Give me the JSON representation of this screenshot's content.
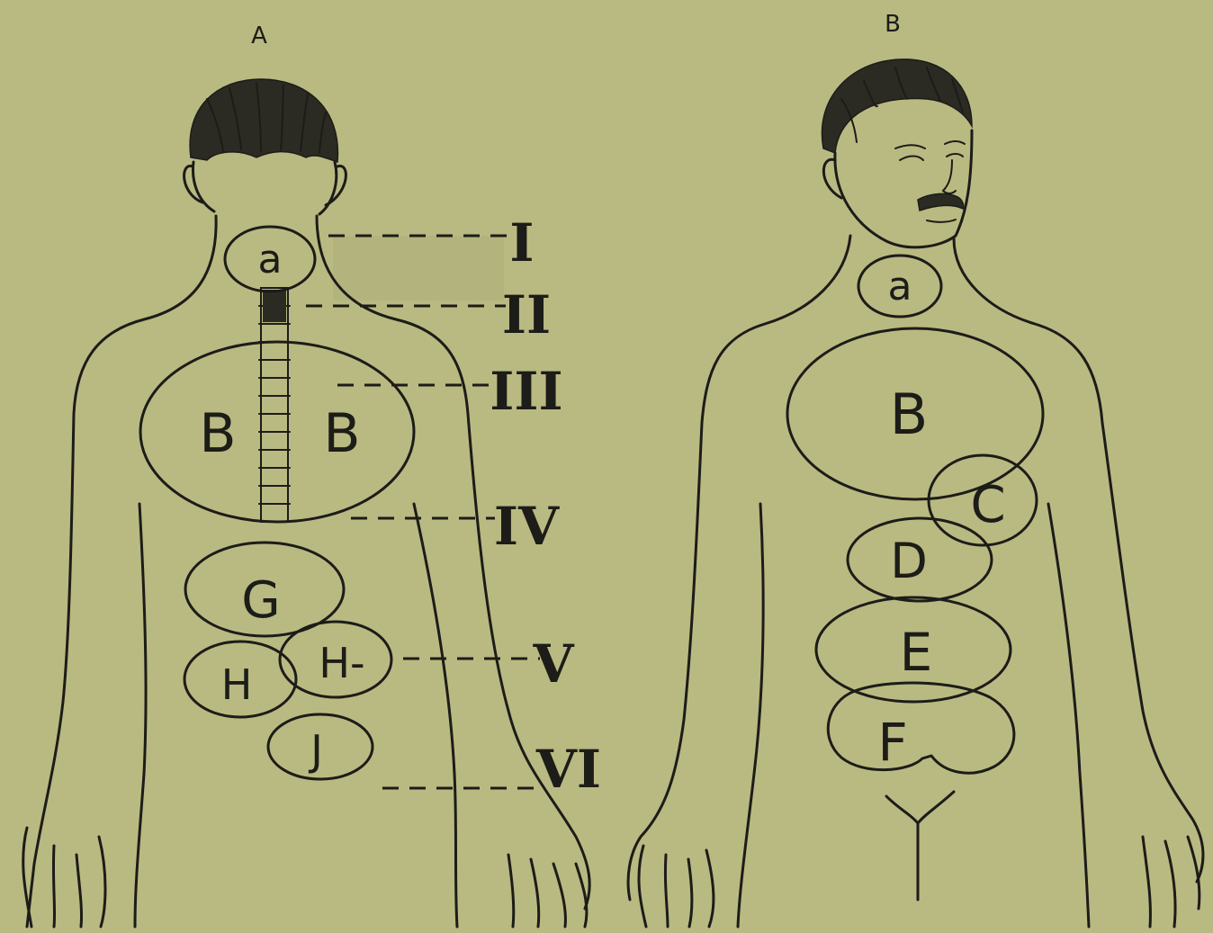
{
  "figure": {
    "panel_a": {
      "title": "A",
      "zones": [
        "a",
        "B",
        "B",
        "G",
        "H",
        "H-",
        "J"
      ],
      "levels": [
        "I",
        "II",
        "III",
        "IV",
        "V",
        "VI"
      ]
    },
    "panel_b": {
      "title": "B",
      "zones": [
        "a",
        "B",
        "C",
        "D",
        "E",
        "F"
      ]
    }
  },
  "colors": {
    "paper": "#b9b982",
    "ink": "#1c1c18",
    "shade": "#b3b37e"
  }
}
